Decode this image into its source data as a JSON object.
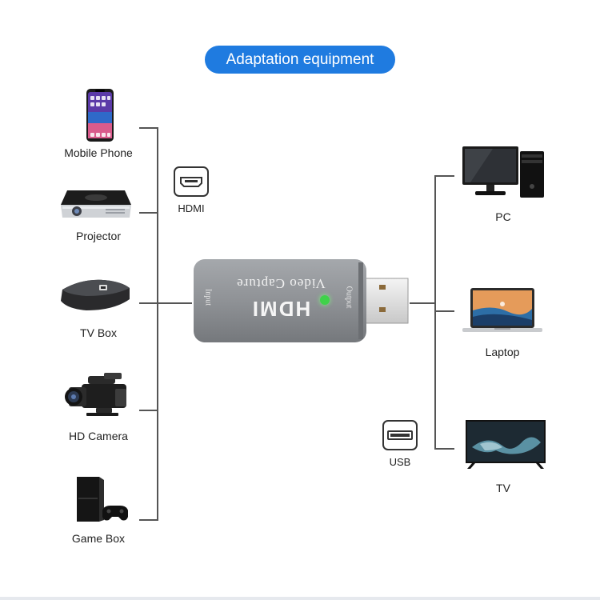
{
  "title": "Adaptation equipment",
  "left_devices": [
    {
      "label": "Mobile Phone",
      "icon": "phone-icon"
    },
    {
      "label": "Projector",
      "icon": "projector-icon"
    },
    {
      "label": "TV Box",
      "icon": "tv-box-icon"
    },
    {
      "label": "HD Camera",
      "icon": "camera-icon"
    },
    {
      "label": "Game Box",
      "icon": "game-console-icon"
    }
  ],
  "right_devices": [
    {
      "label": "PC",
      "icon": "desktop-pc-icon"
    },
    {
      "label": "Laptop",
      "icon": "laptop-icon"
    },
    {
      "label": "TV",
      "icon": "tv-icon"
    }
  ],
  "ports": {
    "hdmi": "HDMI",
    "usb": "USB"
  },
  "dongle": {
    "brand": "HDMI",
    "product": "Video Capture",
    "input_label": "Input",
    "output_label": "Output",
    "body_color": "#8f9296",
    "led_color": "#3fd24a"
  },
  "colors": {
    "accent": "#1f7be0",
    "lines": "#555555"
  }
}
